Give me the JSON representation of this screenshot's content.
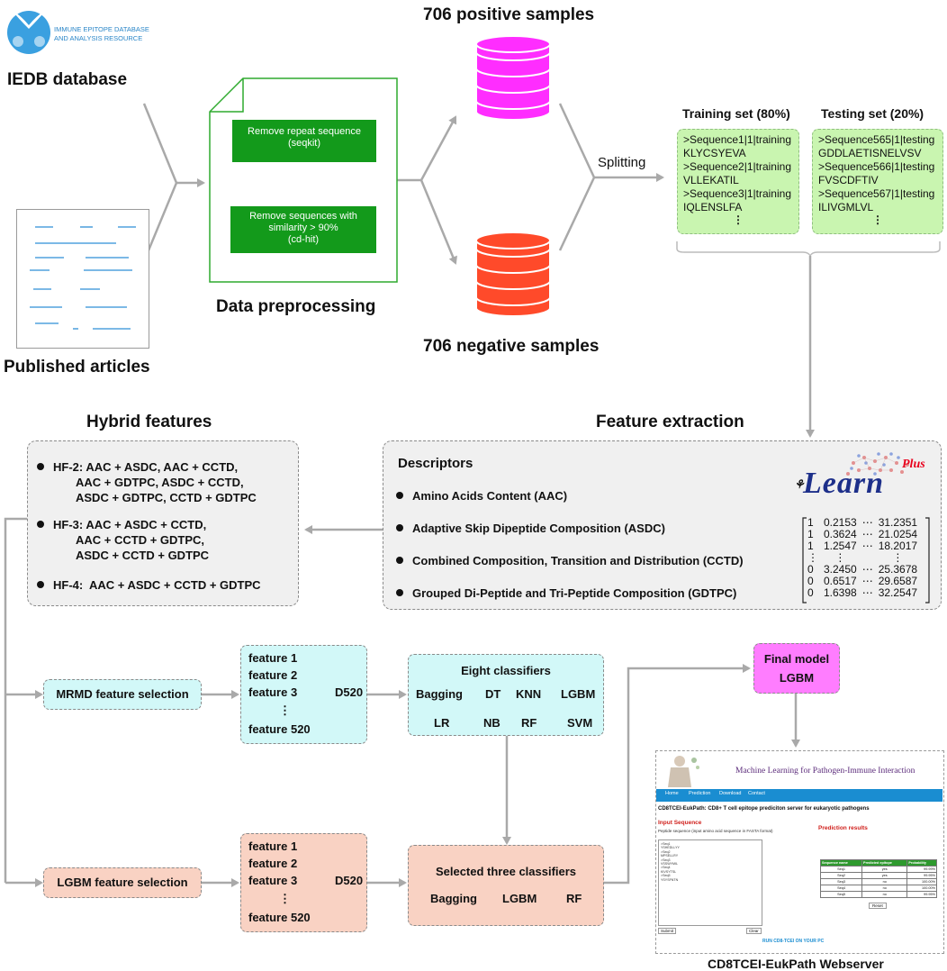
{
  "iedb": {
    "logo_line1": "IMMUNE EPITOPE DATABASE",
    "logo_line2": "AND ANALYSIS RESOURCE",
    "label": "IEDB database"
  },
  "articles": {
    "label": "Published articles"
  },
  "preprocess": {
    "label": "Data preprocessing",
    "step1_line1": "Remove repeat sequence",
    "step1_line2": "(seqkit)",
    "step2_line1": "Remove sequences with",
    "step2_line2": "similarity > 90%",
    "step2_line3": "(cd-hit)"
  },
  "samples": {
    "positive": "706 positive samples",
    "negative": "706 negative samples",
    "splitting": "Splitting"
  },
  "training": {
    "title": "Training set (80%)",
    "lines": [
      ">Sequence1|1|training",
      "KLYCSYEVA",
      ">Sequence2|1|training",
      "VLLEKATIL",
      ">Sequence3|1|training",
      "IQLENSLFA"
    ]
  },
  "testing": {
    "title": "Testing set (20%)",
    "lines": [
      ">Sequence565|1|testing",
      "GDDLAETISNELVSV",
      ">Sequence566|1|testing",
      "FVSCDFTIV",
      ">Sequence567|1|testing",
      "ILIVGMLVL"
    ]
  },
  "feature_extraction": {
    "title": "Feature extraction",
    "descriptors_title": "Descriptors",
    "items": [
      "Amino Acids Content (AAC)",
      "Adaptive Skip Dipeptide Composition (ASDC)",
      "Combined Composition, Transition and  Distribution (CCTD)",
      "Grouped Di-Peptide and Tri-Peptide Composition (GDTPC)"
    ],
    "ilearn_plus": "Plus",
    "ilearn_main": "Learn",
    "matrix": [
      [
        "1",
        "0.2153",
        "⋯",
        "31.2351"
      ],
      [
        "1",
        "0.3624",
        "⋯",
        "21.0254"
      ],
      [
        "1",
        "1.2547",
        "⋯",
        "18.2017"
      ],
      [
        "⋮",
        "⋮",
        "",
        "⋮"
      ],
      [
        "0",
        "3.2450",
        "⋯",
        "25.3678"
      ],
      [
        "0",
        "0.6517",
        "⋯",
        "29.6587"
      ],
      [
        "0",
        "1.6398",
        "⋯",
        "32.2547"
      ]
    ]
  },
  "hybrid": {
    "title": "Hybrid features",
    "hf2": {
      "name": "HF-2",
      "lines": [
        "AAC + ASDC, AAC + CCTD,",
        "AAC + GDTPC, ASDC + CCTD,",
        "ASDC + GDTPC, CCTD + GDTPC"
      ]
    },
    "hf3": {
      "name": "HF-3",
      "lines": [
        "AAC + ASDC + CCTD,",
        "AAC + CCTD + GDTPC,",
        "ASDC + CCTD + GDTPC"
      ]
    },
    "hf4": {
      "name": "HF-4",
      "lines": [
        "AAC + ASDC + CCTD + GDTPC"
      ]
    }
  },
  "mrmd": {
    "label": "MRMD feature selection",
    "features": [
      "feature 1",
      "feature 2",
      "feature 3",
      "⋮",
      "feature 520"
    ],
    "d": "D520"
  },
  "lgbm_fs": {
    "label": "LGBM feature selection",
    "features": [
      "feature 1",
      "feature 2",
      "feature 3",
      "⋮",
      "feature 520"
    ],
    "d": "D520"
  },
  "eight": {
    "title": "Eight classifiers",
    "row1": [
      "Bagging",
      "DT",
      "KNN",
      "LGBM"
    ],
    "row2": [
      "LR",
      "NB",
      "RF",
      "SVM"
    ]
  },
  "three": {
    "title": "Selected three classifiers",
    "items": [
      "Bagging",
      "LGBM",
      "RF"
    ]
  },
  "final": {
    "line1": "Final model",
    "line2": "LGBM"
  },
  "webserver": {
    "label": "CD8TCEI-EukPath Webserver",
    "banner": "Machine Learning for Pathogen-Immune Interaction",
    "nav": [
      "Home",
      "Prediction",
      "Download",
      "Contact"
    ],
    "heading": "CD8TCEI-EukPath:  CD8+ T cell epitope prediciton server for eukaryotic pathogens",
    "input_title": "Input Sequence",
    "input_hint": "Peptide sequence (input amino acid sequence in FASTA format)",
    "fasta_lines": [
      ">Seq1",
      "YSHEDLLYY",
      ">Seq2",
      "MPSELLRY",
      ">Seq3",
      "VSSWYMIL",
      ">Seq4",
      "KIVSYTSL",
      ">Seq5",
      "YSYSFNTN"
    ],
    "submit": "Submit",
    "clear": "Clear",
    "results_title": "Prediction results",
    "table_header": [
      "Sequence name",
      "Predicted epitope",
      "Probability"
    ],
    "table_rows": [
      [
        "Seq1",
        "yes",
        "99.99%"
      ],
      [
        "Seq2",
        "yes",
        "99.95%"
      ],
      [
        "Seq3",
        "no",
        "100.00%"
      ],
      [
        "Seq4",
        "no",
        "100.00%"
      ],
      [
        "Seq5",
        "no",
        "99.95%"
      ]
    ],
    "reset": "Reset",
    "run_local": "RUN CD8-TCEI ON YOUR PC"
  },
  "colors": {
    "green": "#139a1b",
    "magenta": "#ff2dff",
    "red": "#ff4a2a",
    "seq_bg": "#c9f5b0",
    "cyan_box": "#d2f8f8",
    "salmon_box": "#f9d2c3",
    "pink_box": "#ff7dff",
    "grey_box": "#f0f0f0",
    "arrow": "#a9a9a9"
  }
}
